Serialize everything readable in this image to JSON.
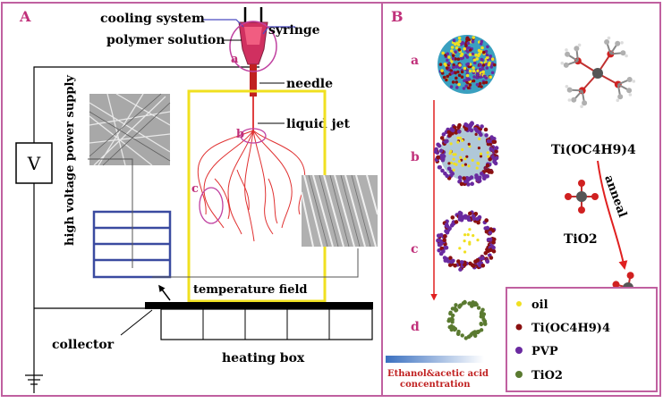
{
  "panel_a": {
    "tag": "A",
    "labels": {
      "cooling_system": "cooling system",
      "syringe": "syringe",
      "polymer_solution": "polymer solution",
      "needle": "needle",
      "liquid_jet": "liquid jet",
      "power_supply": "high voltage power supply",
      "voltmeter": "V",
      "temperature_field": "temperature field",
      "collector": "collector",
      "heating_box": "heating box",
      "marker_a": "a",
      "marker_b": "b",
      "marker_c": "c"
    }
  },
  "panel_b": {
    "tag": "B",
    "stages": [
      "a",
      "b",
      "c",
      "d"
    ],
    "formula": "Ti(OC4H9)4",
    "product": "TiO2",
    "anneal": "anneal",
    "gradient_label_1": "Ethanol&acetic acid",
    "gradient_label_2": "concentration",
    "legend": [
      {
        "label": "oil",
        "color": "#f0e020"
      },
      {
        "label": "Ti(OC4H9)4",
        "color": "#8a1010"
      },
      {
        "label": "PVP",
        "color": "#6a2aa0"
      },
      {
        "label": "TiO2",
        "color": "#5a7a30"
      }
    ]
  },
  "colors": {
    "frame": "#c060a0",
    "accent_red": "#e02020",
    "highlight": "#f0e020",
    "grid_blue": "#3a4aa0"
  }
}
